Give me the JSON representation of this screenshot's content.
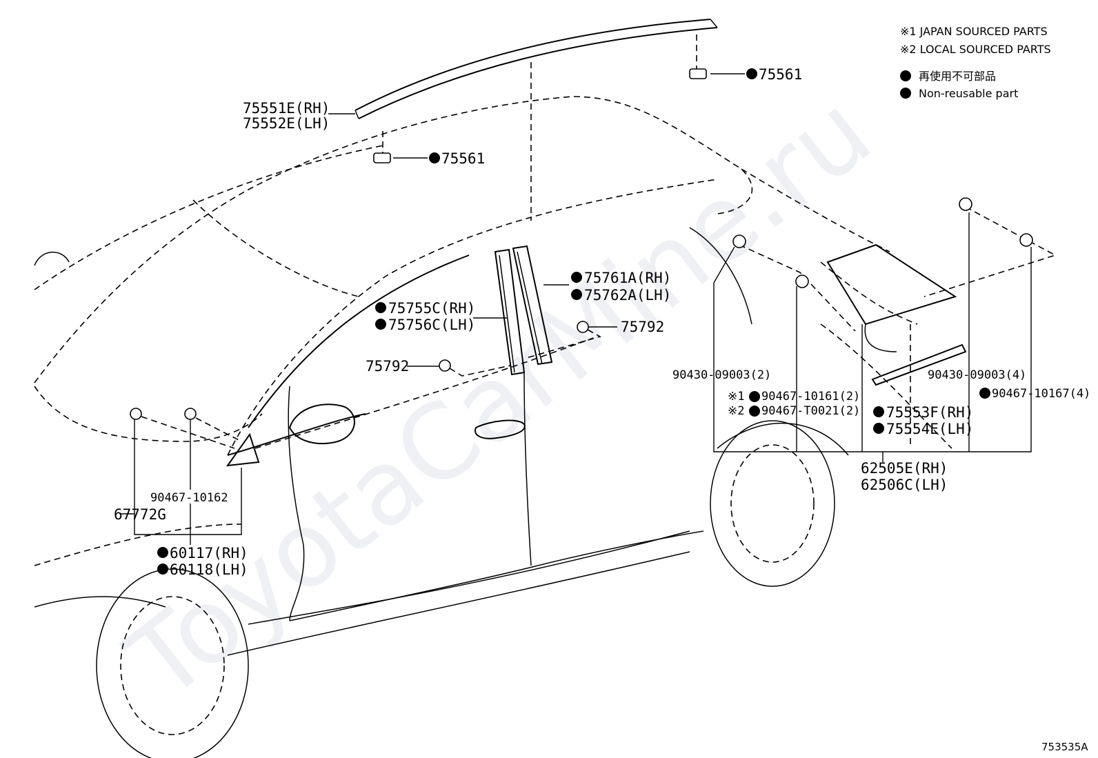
{
  "legend": {
    "note1": "※1  JAPAN SOURCED PARTS",
    "note2": "※2  LOCAL SOURCED PARTS",
    "jp": "再使用不可部品",
    "en": "Non-reusable part"
  },
  "watermark": "ToyotaCarMine.ru",
  "diagram_code": "753535A",
  "parts": {
    "p75551E": "75551E(RH)",
    "p75552E": "75552E(LH)",
    "p75561_a": "75561",
    "p75561_b": "75561",
    "p75761A": "75761A(RH)",
    "p75762A": "75762A(LH)",
    "p75755C": "75755C(RH)",
    "p75756C": "75756C(LH)",
    "p75792_a": "75792",
    "p75792_b": "75792",
    "p90430_2": "90430-09003(2)",
    "mark1": "※1",
    "p90467_10161": "90467-10161(2)",
    "mark2": "※2",
    "p90467_T0021": "90467-T0021(2)",
    "p75553F": "75553F(RH)",
    "p75554E": "75554E(LH)",
    "p62505E": "62505E(RH)",
    "p62506C": "62506C(LH)",
    "p90430_4": "90430-09003(4)",
    "p90467_10167": "90467-10167(4)",
    "p90467_10162": "90467-10162",
    "p67772G": "67772G",
    "p60117": "60117(RH)",
    "p60118": "60118(LH)"
  }
}
